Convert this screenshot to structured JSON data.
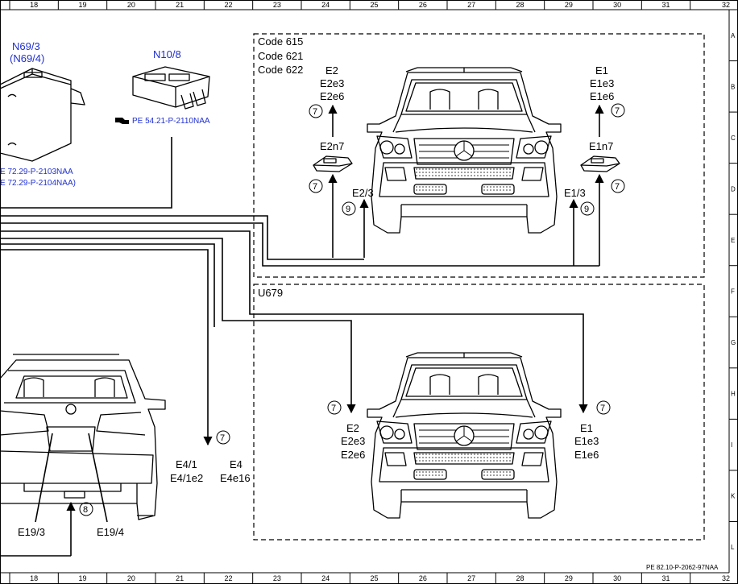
{
  "grid": {
    "columns": [
      "18",
      "19",
      "20",
      "21",
      "22",
      "23",
      "24",
      "25",
      "26",
      "27",
      "28",
      "29",
      "30",
      "31",
      "32"
    ],
    "rows": [
      "A",
      "B",
      "C",
      "D",
      "E",
      "F",
      "G",
      "H",
      "I",
      "K",
      "L"
    ]
  },
  "components": {
    "n69": {
      "line1": "N69/3",
      "line2": "(N69/4)",
      "ref1": "E 72.29-P-2103NAA",
      "ref2": "E 72.29-P-2104NAA)"
    },
    "n10": {
      "label": "N10/8",
      "ref": "PE 54.21-P-2110NAA"
    }
  },
  "box_top": {
    "codes": [
      "Code 615",
      "Code 621",
      "Code 622"
    ],
    "left_lamp": [
      "E2",
      "E2e3",
      "E2e6"
    ],
    "right_lamp": [
      "E1",
      "E1e3",
      "E1e6"
    ],
    "left_module": "E2n7",
    "right_module": "E1n7",
    "left_conn": "E2/3",
    "right_conn": "E1/3"
  },
  "box_bottom": {
    "code": "U679",
    "left_lamp": [
      "E2",
      "E2e3",
      "E2e6"
    ],
    "right_lamp": [
      "E1",
      "E1e3",
      "E1e6"
    ]
  },
  "rear": {
    "e4_1": [
      "E4/1",
      "E4/1e2"
    ],
    "e4": [
      "E4",
      "E4e16"
    ],
    "e19_3": "E19/3",
    "e19_4": "E19/4"
  },
  "circles": {
    "c7": "7",
    "c8": "8",
    "c9": "9"
  },
  "footer": {
    "ref": "PE 82.10-P-2062-97NAA"
  }
}
